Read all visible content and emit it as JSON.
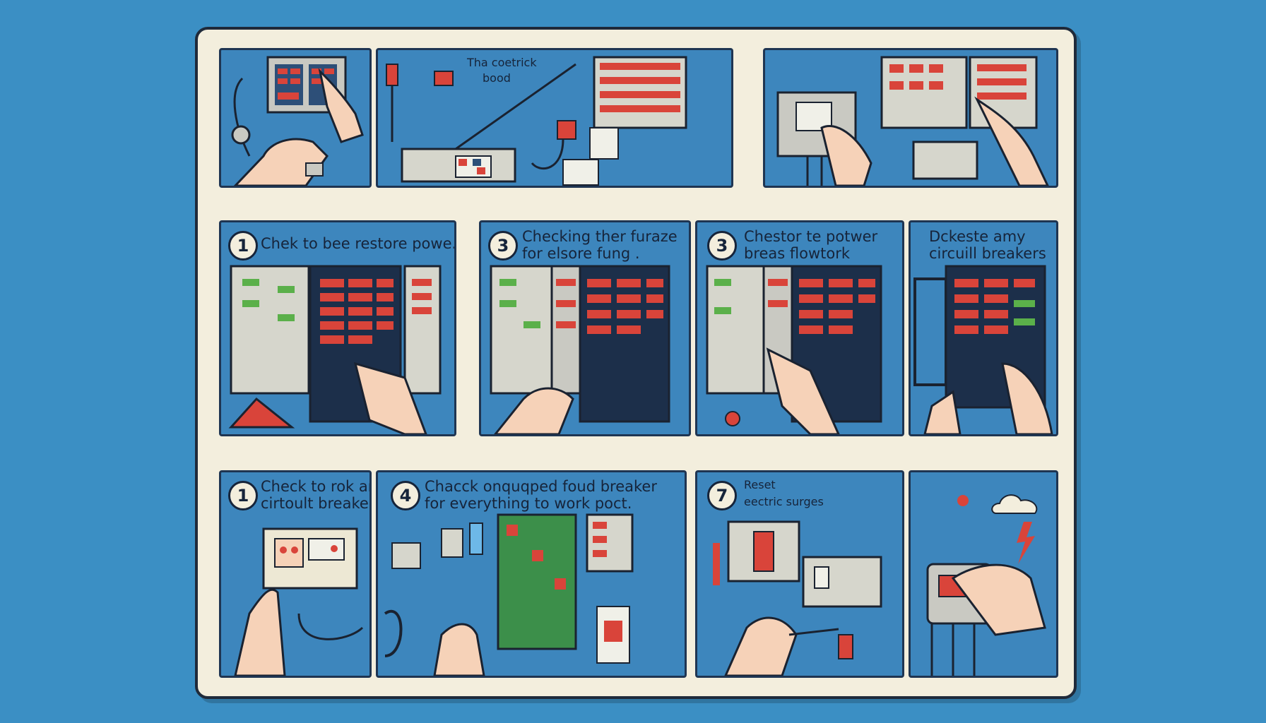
{
  "illustration": {
    "top_row": [
      {
        "caption": ""
      },
      {
        "caption_line1": "Tha coetrick",
        "caption_line2": "bood"
      },
      {
        "caption": ""
      }
    ],
    "middle_row": [
      {
        "number": "1",
        "line1": "Chek to bee restore powe.",
        "line2": ""
      },
      {
        "number": "3",
        "line1": "Checking ther furaze",
        "line2": "for elsore fung ."
      },
      {
        "number": "3",
        "line1": "Chestor te potwer",
        "line2": "breas flowtork"
      },
      {
        "number": "",
        "line1": "Dckeste amy",
        "line2": "circuill breakers"
      }
    ],
    "bottom_row": [
      {
        "number": "1",
        "line1": "Check to rok and",
        "line2": "cirtoult breaker"
      },
      {
        "number": "4",
        "line1": "Chacck onquqped foud breaker",
        "line2": "for everything to work poct."
      },
      {
        "number": "7",
        "line1": "Reset",
        "line2": "eectric surges"
      },
      {
        "number": "",
        "line1": "",
        "line2": ""
      }
    ]
  },
  "colors": {
    "background": "#3b8fc4",
    "board": "#f3eedd",
    "panel": "#3d86bd",
    "breaker_red": "#d9443a",
    "breaker_green": "#5bb04a",
    "skin": "#f6d2b8"
  }
}
